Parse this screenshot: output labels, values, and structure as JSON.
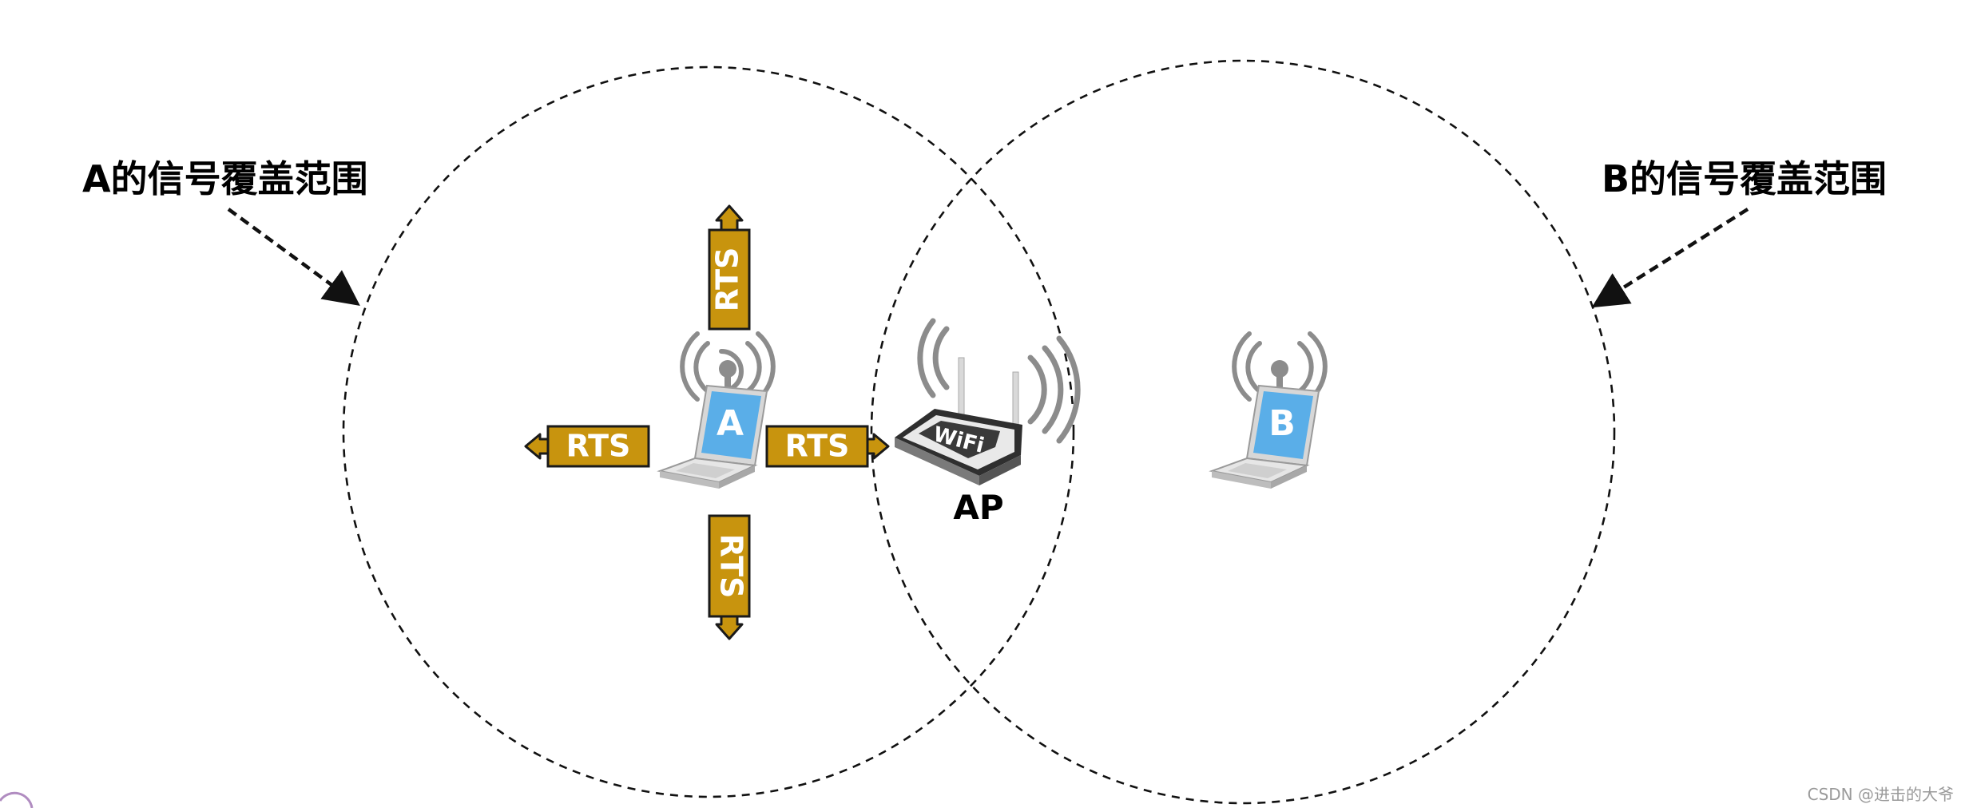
{
  "labels": {
    "coverage_a": "A的信号覆盖范围",
    "coverage_b": "B的信号覆盖范围",
    "ap": "AP",
    "laptop_a": "A",
    "laptop_b": "B",
    "wifi_badge": "WiFi"
  },
  "rts": {
    "up": "RTS",
    "left": "RTS",
    "right": "RTS",
    "down": "RTS"
  },
  "watermark": "CSDN @进击的大爷",
  "colors": {
    "rts_fill": "#c8940e",
    "rts_stroke": "#1a1a1a",
    "laptop_screen": "#5aaee8",
    "signal_gray": "#8c8c8c"
  },
  "icons": [
    "laptop-a-icon",
    "laptop-b-icon",
    "wifi-router-icon",
    "signal-waves-icon"
  ]
}
